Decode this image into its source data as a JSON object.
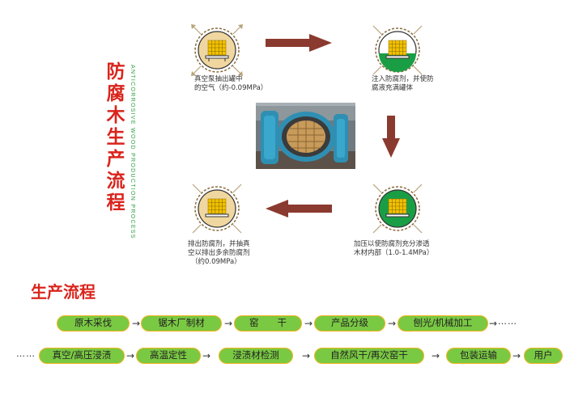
{
  "title": {
    "chars": [
      "防",
      "腐",
      "木",
      "生",
      "产",
      "流",
      "程"
    ],
    "subtitle": "ANTICORROSIVE WOOD PRODUCTION PROCESS"
  },
  "steps": [
    {
      "line1": "真空泵抽出罐中",
      "line2": "的空气（约-0.09MPa）",
      "color": "#f0d7a0"
    },
    {
      "line1": "注入防腐剂，并使防",
      "line2": "腐液充满罐体",
      "color": "#1a9e45"
    },
    {
      "line1": "加压以使防腐剂充分渗透",
      "line2": "木材内部（1.0-1.4MPa）",
      "color": "#1a9e45"
    },
    {
      "line1": "排出防腐剂，并抽真",
      "line2": "空以排出多余防腐剂",
      "line3": "（约0.09MPa）",
      "color": "#f0d7a0"
    }
  ],
  "section_title": "生产流程",
  "flow": {
    "row1": [
      "原木采伐",
      "锯木厂制材",
      "窑　　干",
      "产品分级",
      "刨光/机械加工"
    ],
    "row2": [
      "真空/高压浸渍",
      "高温定性",
      "浸渍材检测",
      "自然风干/再次窑干",
      "包装运输",
      "用户"
    ],
    "arrow": "→",
    "dots": "……"
  },
  "colors": {
    "title_red": "#d9241c",
    "subtitle_green": "#2aa040",
    "arrow_brown": "#8b3a2f",
    "pill_green": "#7ac943",
    "pill_border": "#f3b41b"
  }
}
